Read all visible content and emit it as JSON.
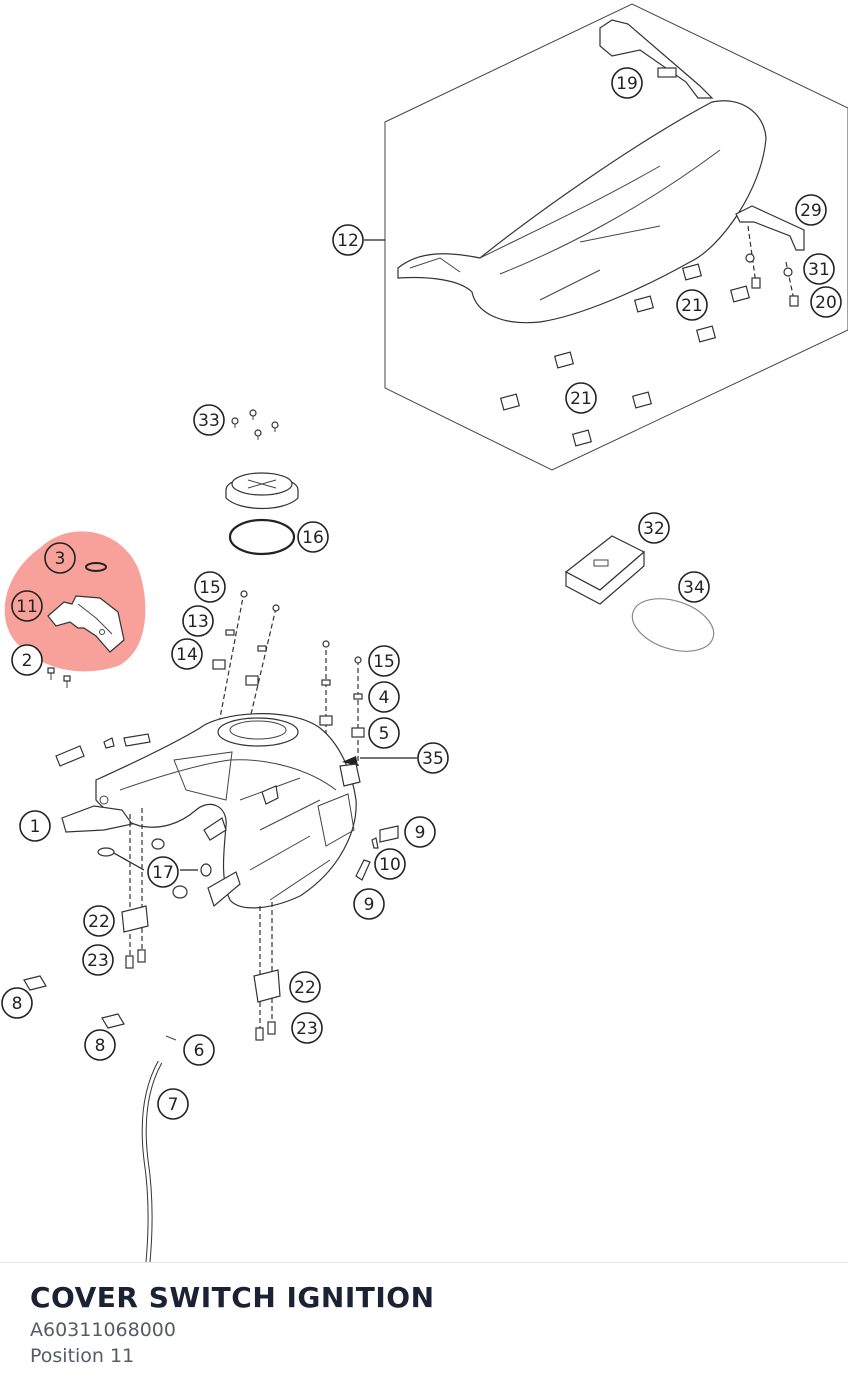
{
  "part": {
    "title": "COVER SWITCH IGNITION",
    "part_number": "A60311068000",
    "position": "Position 11"
  },
  "highlight": {
    "color": "#f8a09a",
    "selected_callout": "11"
  },
  "callouts": [
    {
      "label": "19"
    },
    {
      "label": "12"
    },
    {
      "label": "29"
    },
    {
      "label": "31"
    },
    {
      "label": "20"
    },
    {
      "label": "21"
    },
    {
      "label": "21"
    },
    {
      "label": "33"
    },
    {
      "label": "16"
    },
    {
      "label": "32"
    },
    {
      "label": "34"
    },
    {
      "label": "3"
    },
    {
      "label": "11"
    },
    {
      "label": "2"
    },
    {
      "label": "15"
    },
    {
      "label": "13"
    },
    {
      "label": "14"
    },
    {
      "label": "15"
    },
    {
      "label": "4"
    },
    {
      "label": "5"
    },
    {
      "label": "35"
    },
    {
      "label": "1"
    },
    {
      "label": "9"
    },
    {
      "label": "10"
    },
    {
      "label": "9"
    },
    {
      "label": "17"
    },
    {
      "label": "22"
    },
    {
      "label": "23"
    },
    {
      "label": "8"
    },
    {
      "label": "22"
    },
    {
      "label": "23"
    },
    {
      "label": "8"
    },
    {
      "label": "6"
    },
    {
      "label": "7"
    }
  ]
}
